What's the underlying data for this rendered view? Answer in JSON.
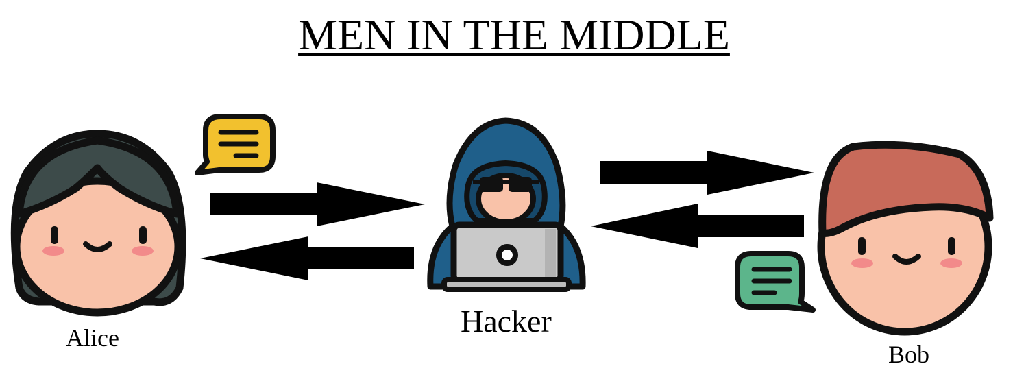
{
  "title": "MEN IN THE MIDDLE",
  "actors": {
    "alice": {
      "label": "Alice",
      "icon": "alice-avatar-icon"
    },
    "hacker": {
      "label": "Hacker",
      "icon": "hacker-icon"
    },
    "bob": {
      "label": "Bob",
      "icon": "bob-avatar-icon"
    }
  },
  "message_icons": [
    "yellow-chat-bubble-icon",
    "green-chat-bubble-icon"
  ],
  "colors": {
    "outline": "#111111",
    "skin": "#f9c2a9",
    "alice_hair": "#3d4b4a",
    "bob_hair": "#c86a5a",
    "hood": "#1f5f8a",
    "laptop": "#c9c9c9",
    "yellow_bubble": "#f2c12e",
    "green_bubble": "#5cb58b",
    "blush": "#f28a8a"
  }
}
